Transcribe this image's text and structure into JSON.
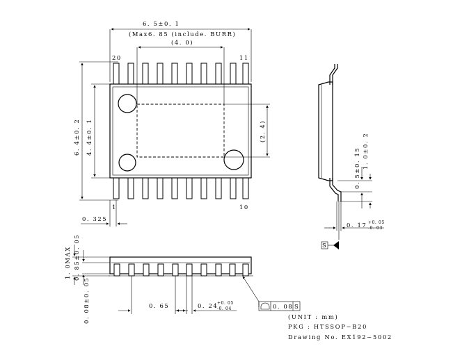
{
  "top_view": {
    "width_label": "6. 5±0. 1",
    "burr_note": "(Max6. 85 (include. BURR)",
    "inner_width_label": "(4. 0)",
    "pin_20_label": "20",
    "pin_11_label": "11",
    "pin_1_label": "1",
    "pin_10_label": "10",
    "outer_height_label": "6. 4±0. 2",
    "inner_height_label": "4. 4±0. 1",
    "pad_height_label": "(2. 4)",
    "edge_offset_label": "0. 325"
  },
  "side_view": {
    "lead_thickness_label": "0. 5±0. 15",
    "lead_span_label": "1. 0±0. 2",
    "lead_width_main": "0. 17",
    "lead_width_upper": "+0. 05",
    "lead_width_lower": "-0. 03",
    "datum_label": "S"
  },
  "front_view": {
    "height_max_label": "1. 0MAX",
    "body_thickness_label": "0. 85±0. 05",
    "standoff_label": "0. 08±0. 05",
    "pitch_label": "0. 65",
    "pin_width_main": "0. 24",
    "pin_width_upper": "+0. 05",
    "pin_width_lower": "-0. 04",
    "flatness_value": "0. 08",
    "flatness_datum": "S"
  },
  "notes": {
    "unit": "(UNIT : mm)",
    "package": "PKG : HTSSOP−B20",
    "drawing_no": "Drawing  No. EX192−5002"
  }
}
